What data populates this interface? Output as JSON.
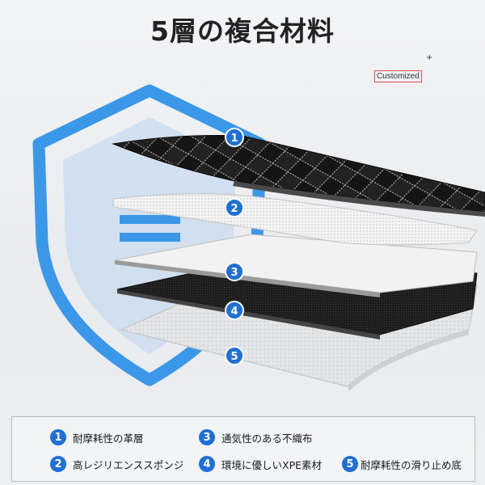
{
  "title": "5層の複合材料",
  "badge": "Customized",
  "plus_mark": "+",
  "layer_markers": [
    "1",
    "2",
    "3",
    "4",
    "5"
  ],
  "legend": [
    {
      "num": "1",
      "text": "耐摩耗性の革層"
    },
    {
      "num": "2",
      "text": "高レジリエンススポンジ"
    },
    {
      "num": "3",
      "text": "通気性のある不織布"
    },
    {
      "num": "4",
      "text": "環境に優しいXPE素材"
    },
    {
      "num": "5",
      "text": "耐摩耗性の滑り止め底"
    }
  ],
  "colors": {
    "accent": "#1f6fd6",
    "shield": "#3b98e8"
  }
}
